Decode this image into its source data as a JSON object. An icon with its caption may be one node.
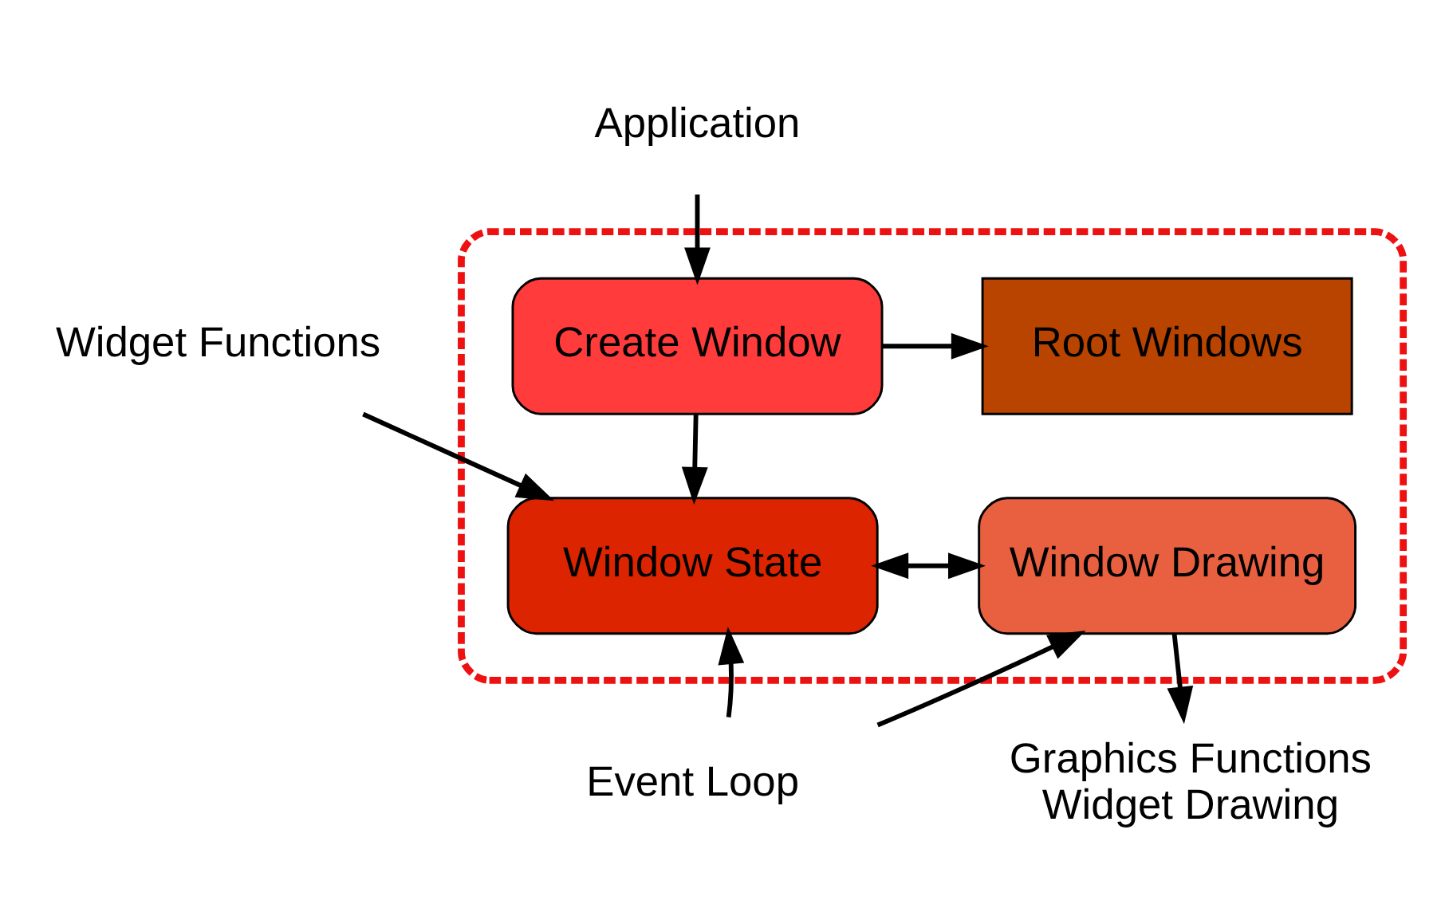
{
  "diagram": {
    "nodes": [
      {
        "text": [],
        "shape": "box"
      },
      {
        "text": [
          "Create Window"
        ],
        "in": 0
      },
      {
        "text": [
          "Root Windows"
        ],
        "in": 0
      },
      {
        "text": [
          "Window State"
        ],
        "in": 0
      },
      {
        "text": [
          "Window Drawing"
        ],
        "in": 0
      },
      {
        "text": [
          "Application"
        ]
      },
      {
        "text": [
          "Widget Functions"
        ]
      },
      {
        "text": [
          "Event Loop"
        ]
      },
      {
        "text": [
          "Graphics Functions",
          "Widget Drawing"
        ]
      }
    ],
    "edges": [
      {
        "from": 5,
        "to": 1,
        "arrow": "to"
      },
      {
        "from": 1,
        "to": 2,
        "arrow": "to"
      },
      {
        "from": 1,
        "to": 3,
        "arrow": "to"
      },
      {
        "from": 6,
        "to": 3,
        "arrow": "to"
      },
      {
        "from": 3,
        "to": 4,
        "arrow": "both"
      },
      {
        "from": 7,
        "to": 3,
        "arrow": "to"
      },
      {
        "from": 7,
        "to": 4,
        "arrow": "to"
      },
      {
        "from": 4,
        "to": 8,
        "arrow": "to"
      }
    ]
  }
}
